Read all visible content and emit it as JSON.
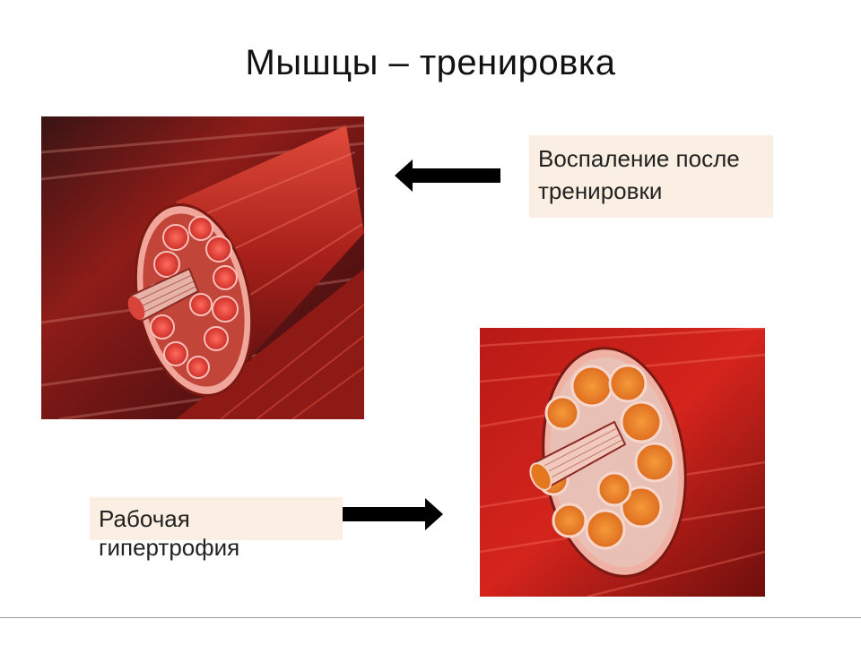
{
  "slide": {
    "title": "Мышцы – тренировка"
  },
  "captions": {
    "inflammation": "Воспаление после тренировки",
    "hypertrophy": "Рабочая гипертрофия"
  },
  "images": {
    "top": "muscle-fiber-inflamed-illustration",
    "bottom": "muscle-fiber-hypertrophy-illustration"
  },
  "icons": {
    "arrow_left": "arrow-left-icon",
    "arrow_right": "arrow-right-icon"
  },
  "colors": {
    "caption_background": "#fbeee2",
    "arrow": "#000000",
    "muscle_dark": "#5a0f0f",
    "muscle_red": "#c81f1a",
    "fascicle_inner_top": "#e23a3a",
    "fascicle_inner_bottom": "#e8761f",
    "sheath": "#f2b3ab"
  }
}
